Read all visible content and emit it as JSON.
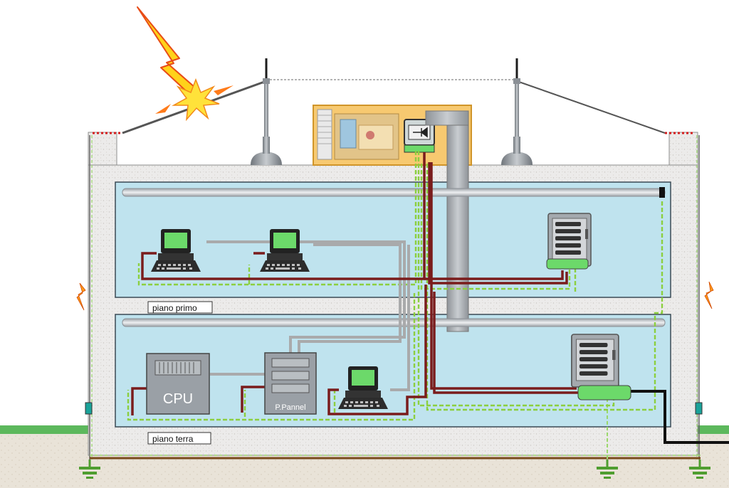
{
  "labels": {
    "floor_first": "piano primo",
    "floor_ground": "piano terra",
    "cpu": "CPU",
    "panel": "P.Pannel"
  },
  "colors": {
    "sky": "#ffffff",
    "ground_green": "#5cb85c",
    "soil": "#e7e1d6",
    "wall": "#ecebea",
    "room": "#bfe3ee",
    "floor_slab": "#cfd3d6",
    "power_cable": "#7a1c1c",
    "data_cable": "#a9aaab",
    "earth_green": "#8ccf3f",
    "lightning": "#ffd21a",
    "unit_orange": "#f7c970",
    "cabinet_grey": "#9aa0a6",
    "monitor_green": "#6cd96a"
  },
  "icons": [
    "lightning-bolt-icon",
    "spark-icon",
    "air-terminal-icon",
    "rooftop-unit-icon",
    "surge-protector-icon",
    "computer-icon",
    "cabinet-icon",
    "cpu-rack-icon",
    "control-panel-icon",
    "earth-ground-icon"
  ]
}
